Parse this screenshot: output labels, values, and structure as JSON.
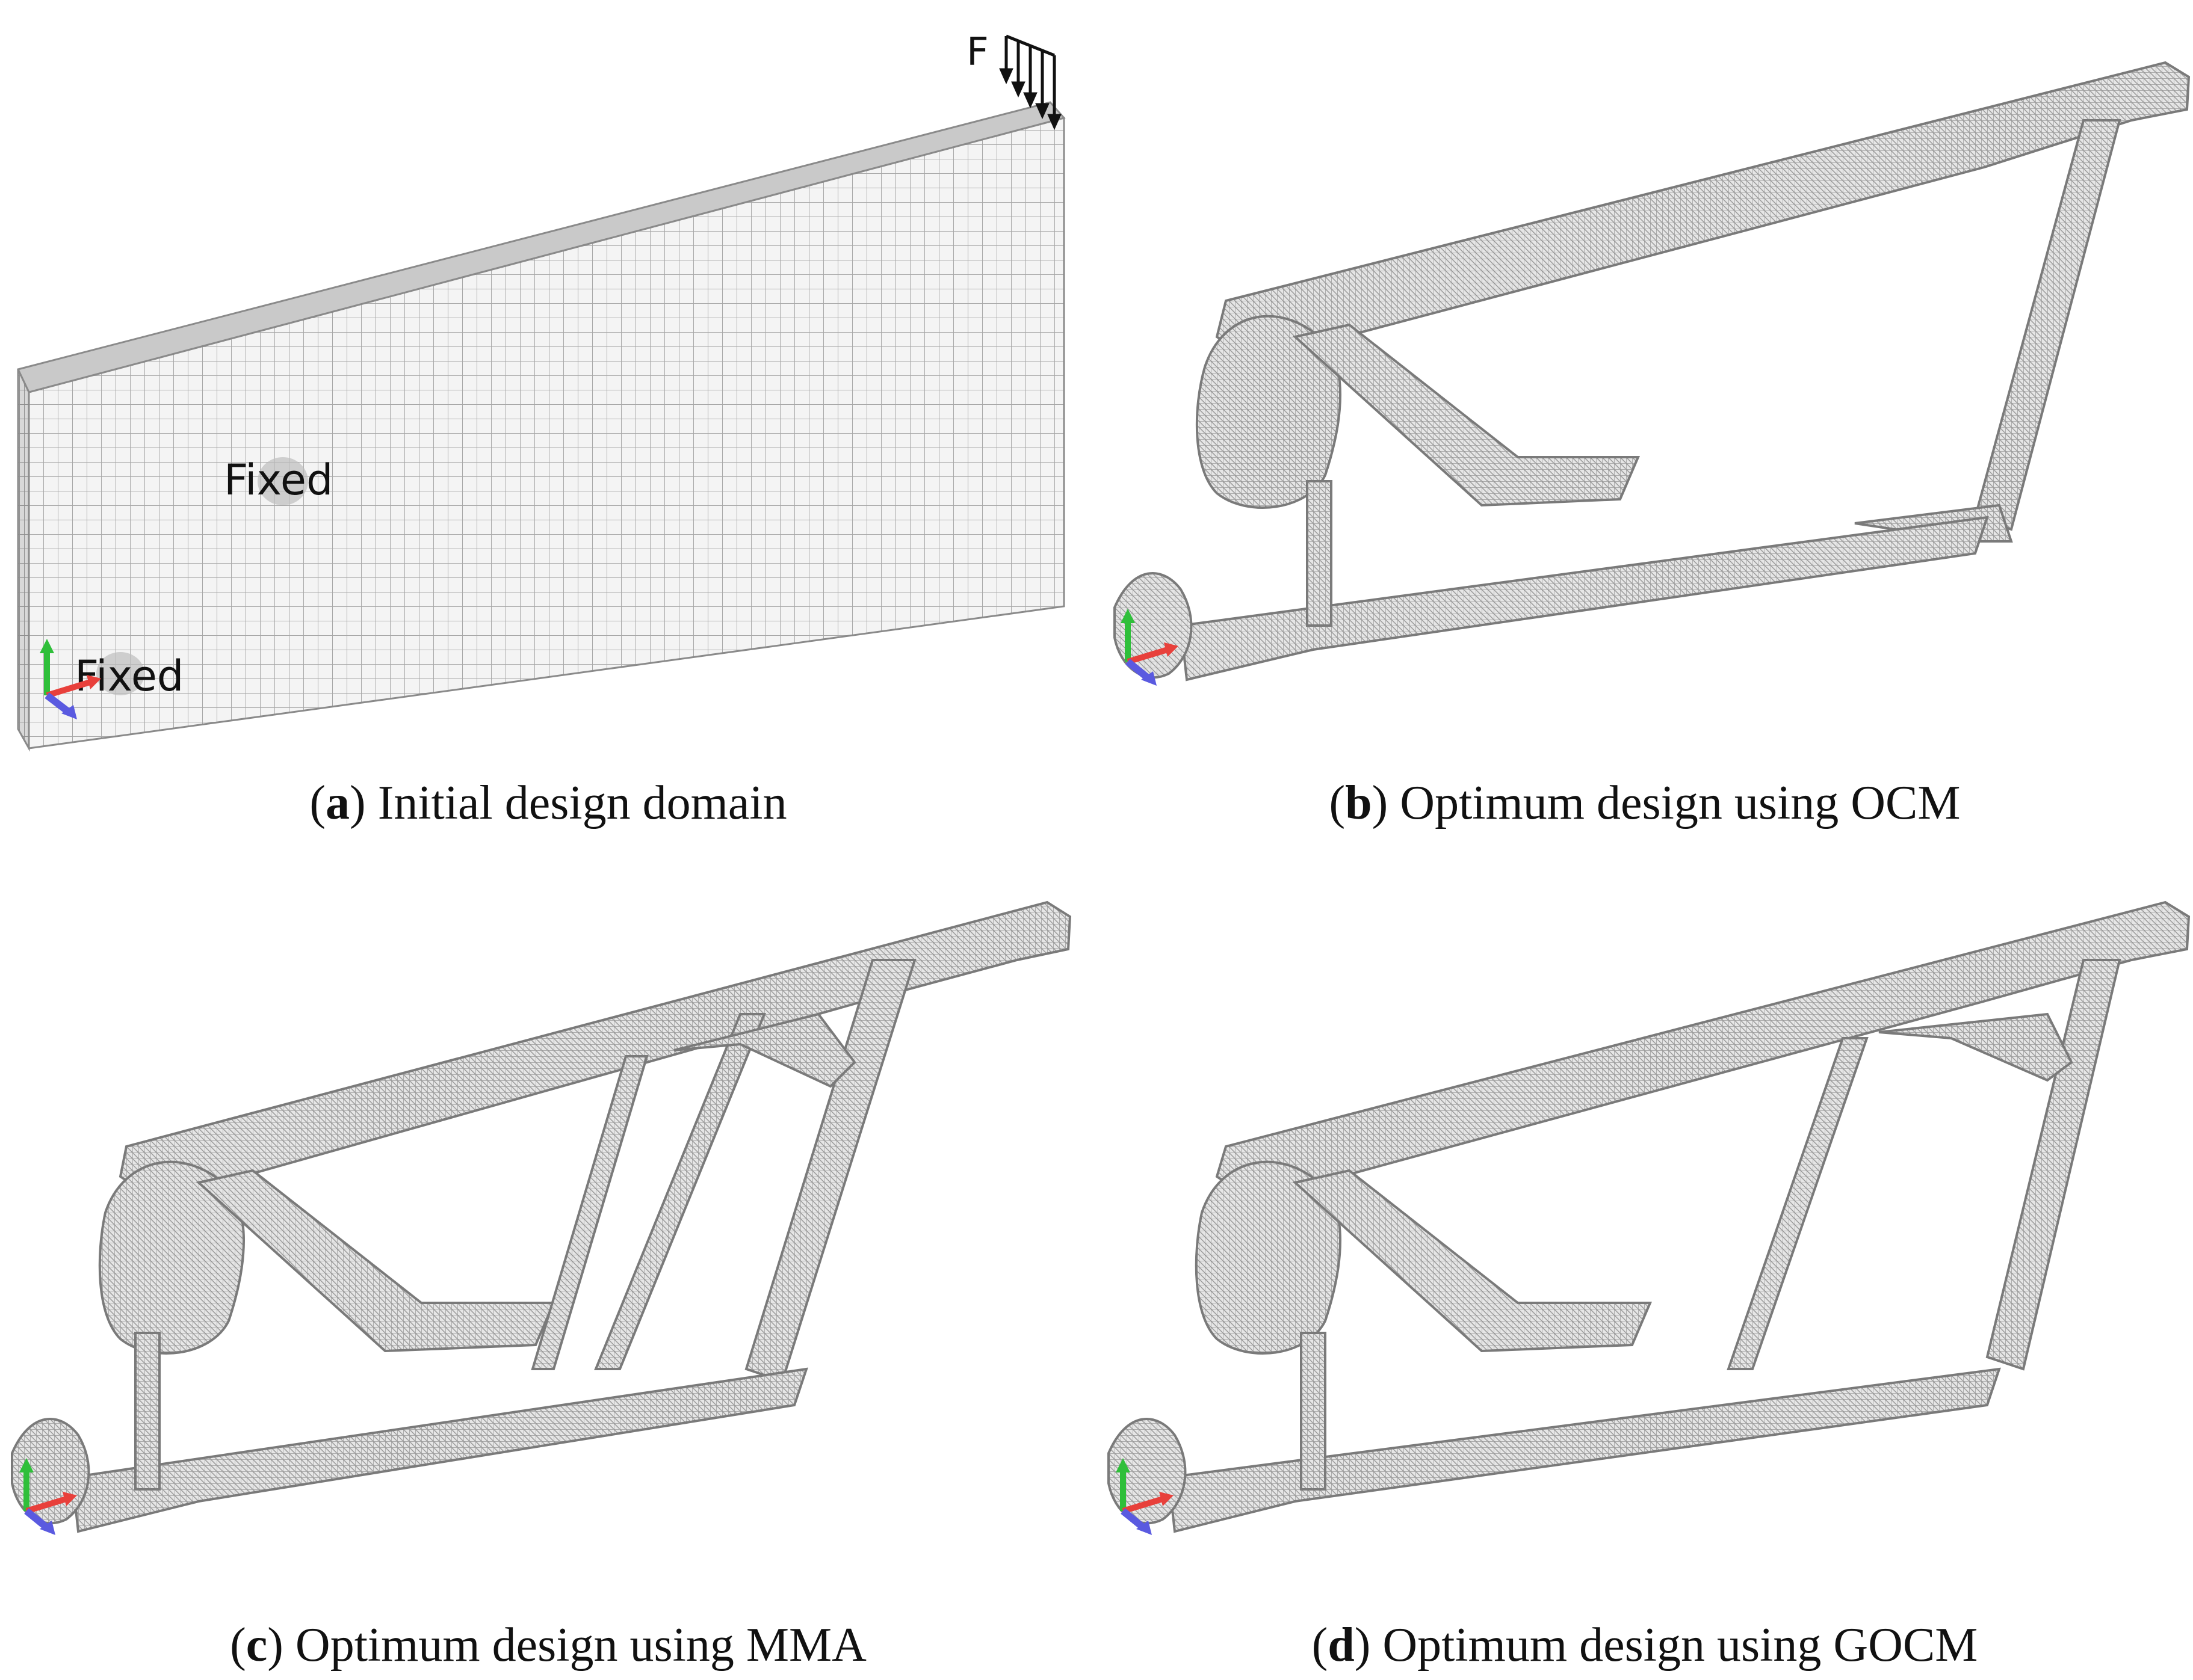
{
  "panels": [
    {
      "id": "a",
      "letter": "a",
      "caption": "Initial design domain",
      "labels": {
        "load": "F",
        "fixed_upper": "Fixed",
        "fixed_lower": "Fixed"
      }
    },
    {
      "id": "b",
      "letter": "b",
      "caption": "Optimum design using OCM"
    },
    {
      "id": "c",
      "letter": "c",
      "caption": "Optimum design using MMA"
    },
    {
      "id": "d",
      "letter": "d",
      "caption": "Optimum design using GOCM"
    }
  ],
  "colors": {
    "mesh_fill": "#ececec",
    "mesh_line": "#9a9a9a",
    "structure_fill": "#d9d9d9",
    "structure_edge": "#8a8a8a",
    "axis_x": "#e8403b",
    "axis_y": "#2fbf3a",
    "axis_z": "#5a5ae0",
    "text": "#111111"
  },
  "icons": [
    "coordinate-triad-icon",
    "load-arrows-icon"
  ]
}
